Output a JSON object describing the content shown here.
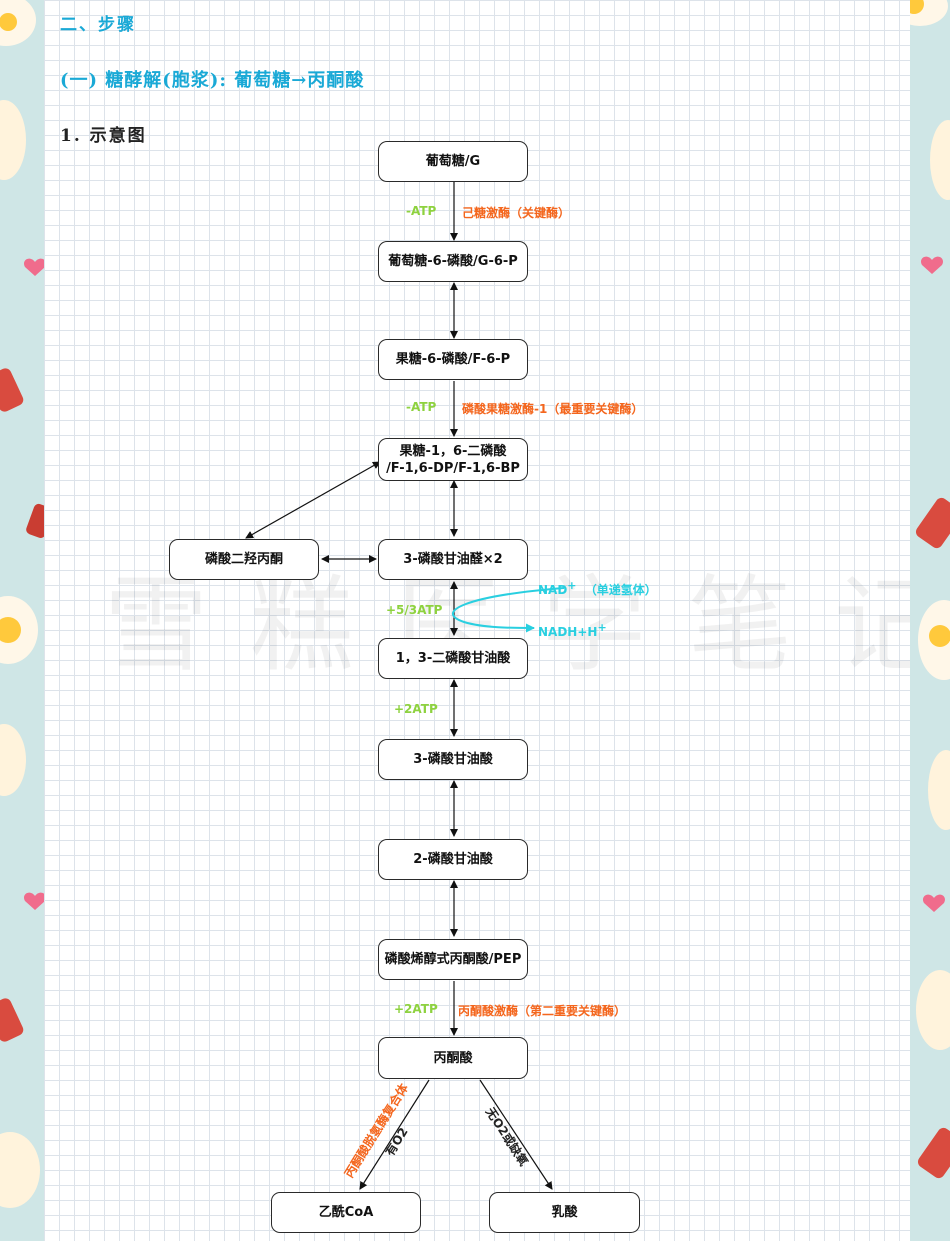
{
  "headings": {
    "step": "二、步骤",
    "sub": "(一) 糖酵解(胞浆): 葡萄糖→丙酮酸",
    "item": "1. 示意图"
  },
  "watermark": "雪糕医学笔记",
  "nodes": {
    "glucose": "葡萄糖/G",
    "g6p": "葡萄糖-6-磷酸/G-6-P",
    "f6p": "果糖-6-磷酸/F-6-P",
    "f16bp_line1": "果糖-1，6-二磷酸",
    "f16bp_line2": "/F-1,6-DP/F-1,6-BP",
    "dhap": "磷酸二羟丙酮",
    "g3p": "3-磷酸甘油醛×2",
    "bpg13": "1，3-二磷酸甘油酸",
    "pg3": "3-磷酸甘油酸",
    "pg2": "2-磷酸甘油酸",
    "pep": "磷酸烯醇式丙酮酸/PEP",
    "pyruvate": "丙酮酸",
    "acetylcoa": "乙酰CoA",
    "lactate": "乳酸"
  },
  "labels": {
    "atp1": "-ATP",
    "enzyme1": "己糖激酶（关键酶）",
    "atp2": "-ATP",
    "enzyme2": "磷酸果糖激酶-1（最重要关键酶）",
    "atp3": "+5/3ATP",
    "nad": "NAD",
    "nad_sup": "+",
    "nad_note": "（单递氢体）",
    "nadh": "NADH+H",
    "nadh_sup": "+",
    "atp4": "+2ATP",
    "atp5": "+2ATP",
    "enzyme3": "丙酮酸激酶（第二重要关键酶）",
    "enzyme4": "丙酮酸脱氢酶复合体",
    "aerobic": "有O2",
    "anaerobic": "无O2或缺氧"
  },
  "colors": {
    "heading_blue": "#1aa9d6",
    "atp_green": "#8ed23f",
    "enzyme_orange": "#f4661d",
    "nad_cyan": "#29cfe0",
    "background": "#cfe6e6"
  }
}
